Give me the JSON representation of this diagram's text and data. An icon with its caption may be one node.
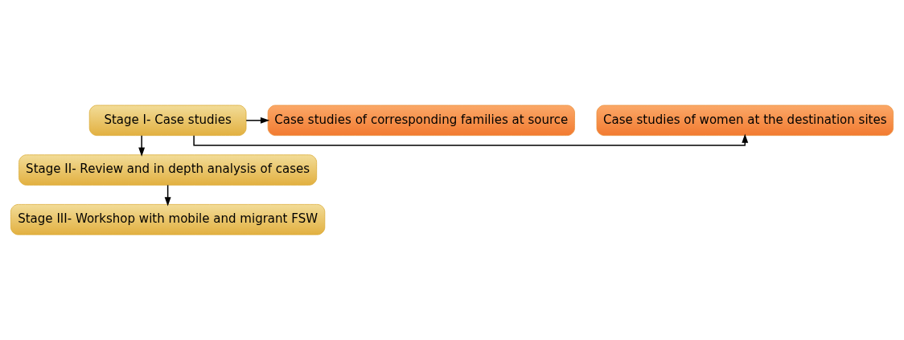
{
  "diagram": {
    "nodes": [
      {
        "text": [
          "Stage I- Case studies"
        ]
      },
      {
        "text": [
          "Case studies of women at the destination sites"
        ]
      },
      {
        "text": [
          "Case studies of corresponding families at source"
        ]
      },
      {
        "text": [
          "Stage II- Review and in depth analysis of cases"
        ]
      },
      {
        "text": [
          "Stage III- Workshop with mobile and migrant FSW"
        ]
      }
    ],
    "edges": [
      {
        "from": 0,
        "to": 1,
        "arrow": "to"
      },
      {
        "from": 0,
        "to": 2,
        "arrow": "to"
      },
      {
        "from": 0,
        "to": 3,
        "arrow": "to"
      },
      {
        "from": 3,
        "to": 4,
        "arrow": "to"
      }
    ]
  }
}
